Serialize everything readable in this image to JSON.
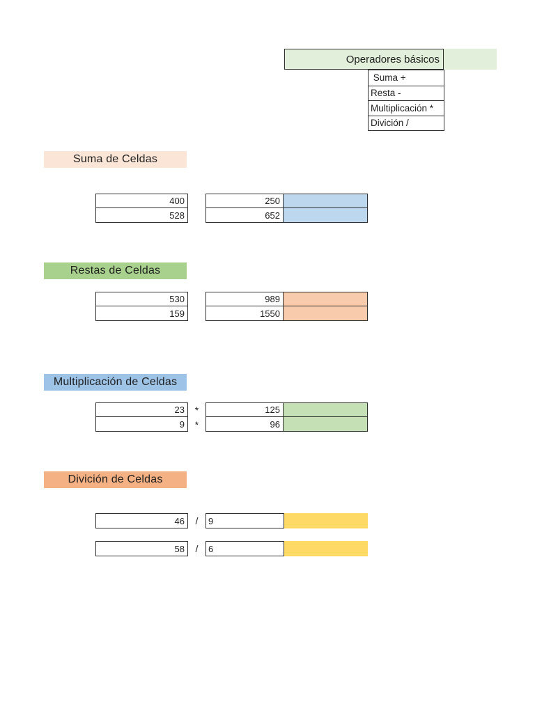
{
  "operators_panel": {
    "title": "Operadores básicos",
    "band_bg": "#e2efda",
    "items": [
      " Suma +",
      "Resta -",
      "Multiplicación *",
      "Divición /"
    ]
  },
  "sections": [
    {
      "title": "Suma de Celdas",
      "header_bg": "#fbe5d6",
      "result_bg": "#bdd7ee",
      "operator": "",
      "left_values": [
        "400",
        "528"
      ],
      "operand_values": [
        "250",
        "652"
      ]
    },
    {
      "title": "Restas de Celdas",
      "header_bg": "#a9d18e",
      "result_bg": "#f8cbad",
      "operator": "",
      "left_values": [
        "530",
        "159"
      ],
      "operand_values": [
        "989",
        "1550"
      ]
    },
    {
      "title": "Multiplicación de Celdas",
      "header_bg": "#9dc3e6",
      "result_bg": "#c5e0b4",
      "operator": "*",
      "left_values": [
        "23",
        "9"
      ],
      "operand_values": [
        "125",
        "96"
      ]
    },
    {
      "title": "Divición de Celdas",
      "header_bg": "#f4b183",
      "result_bg": "#ffd966",
      "operator": "/",
      "left_values": [
        "46",
        "58"
      ],
      "operand_values": [
        "9",
        "6"
      ]
    }
  ],
  "colors": {
    "border": "#303030",
    "text": "#1f1f1f",
    "page_bg": "#ffffff"
  }
}
